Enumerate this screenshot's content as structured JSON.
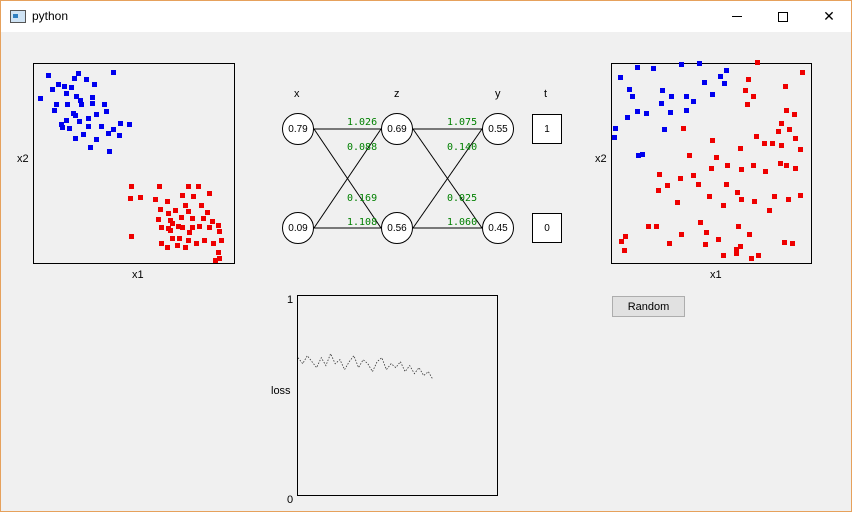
{
  "window": {
    "title": "python"
  },
  "plot_left": {
    "xlabel": "x1",
    "ylabel": "x2",
    "blue_points": [
      [
        48,
        75
      ],
      [
        58,
        84
      ],
      [
        74,
        78
      ],
      [
        78,
        73
      ],
      [
        86,
        79
      ],
      [
        94,
        84
      ],
      [
        113,
        72
      ],
      [
        40,
        98
      ],
      [
        52,
        89
      ],
      [
        64,
        86
      ],
      [
        66,
        93
      ],
      [
        71,
        87
      ],
      [
        76,
        96
      ],
      [
        81,
        104
      ],
      [
        92,
        97
      ],
      [
        92,
        103
      ],
      [
        104,
        104
      ],
      [
        56,
        104
      ],
      [
        67,
        104
      ],
      [
        80,
        100
      ],
      [
        73,
        113
      ],
      [
        61,
        124
      ],
      [
        66,
        120
      ],
      [
        75,
        115
      ],
      [
        88,
        118
      ],
      [
        96,
        114
      ],
      [
        106,
        111
      ],
      [
        69,
        128
      ],
      [
        79,
        121
      ],
      [
        88,
        126
      ],
      [
        101,
        126
      ],
      [
        113,
        129
      ],
      [
        120,
        123
      ],
      [
        129,
        124
      ],
      [
        119,
        135
      ],
      [
        108,
        133
      ],
      [
        96,
        139
      ],
      [
        90,
        147
      ],
      [
        109,
        151
      ],
      [
        75,
        138
      ],
      [
        83,
        134
      ],
      [
        62,
        127
      ],
      [
        54,
        110
      ]
    ],
    "red_points": [
      [
        131,
        186
      ],
      [
        130,
        198
      ],
      [
        159,
        186
      ],
      [
        188,
        186
      ],
      [
        198,
        186
      ],
      [
        140,
        197
      ],
      [
        155,
        199
      ],
      [
        167,
        201
      ],
      [
        182,
        195
      ],
      [
        193,
        196
      ],
      [
        209,
        193
      ],
      [
        160,
        209
      ],
      [
        168,
        213
      ],
      [
        175,
        210
      ],
      [
        188,
        211
      ],
      [
        201,
        205
      ],
      [
        207,
        212
      ],
      [
        158,
        219
      ],
      [
        170,
        220
      ],
      [
        181,
        217
      ],
      [
        192,
        218
      ],
      [
        203,
        218
      ],
      [
        212,
        221
      ],
      [
        161,
        227
      ],
      [
        170,
        230
      ],
      [
        182,
        227
      ],
      [
        192,
        227
      ],
      [
        199,
        226
      ],
      [
        209,
        227
      ],
      [
        218,
        225
      ],
      [
        131,
        236
      ],
      [
        161,
        243
      ],
      [
        172,
        238
      ],
      [
        179,
        238
      ],
      [
        188,
        240
      ],
      [
        196,
        243
      ],
      [
        204,
        240
      ],
      [
        213,
        243
      ],
      [
        221,
        240
      ],
      [
        167,
        247
      ],
      [
        177,
        245
      ],
      [
        185,
        247
      ],
      [
        218,
        252
      ],
      [
        219,
        258
      ],
      [
        215,
        260
      ],
      [
        189,
        232
      ],
      [
        178,
        226
      ],
      [
        168,
        228
      ],
      [
        185,
        205
      ],
      [
        172,
        223
      ],
      [
        219,
        231
      ]
    ]
  },
  "network": {
    "col_labels": {
      "x": "x",
      "z": "z",
      "y": "y",
      "t": "t"
    },
    "nodes": {
      "x_top": "0.79",
      "x_bottom": "0.09",
      "z_top": "0.69",
      "z_bottom": "0.56",
      "y_top": "0.55",
      "y_bottom": "0.45",
      "t_top": "1",
      "t_bottom": "0"
    },
    "weights": {
      "w1_top": "1.026",
      "w1_cross_down": "0.088",
      "w1_cross_up": "0.169",
      "w1_bottom": "1.108",
      "w2_top": "1.075",
      "w2_cross_down": "0.140",
      "w2_cross_up": "0.025",
      "w2_bottom": "1.060"
    }
  },
  "plot_right": {
    "xlabel": "x1",
    "ylabel": "x2",
    "blue_points": [
      [
        620,
        77
      ],
      [
        629,
        89
      ],
      [
        637,
        67
      ],
      [
        653,
        68
      ],
      [
        681,
        64
      ],
      [
        699,
        63
      ],
      [
        726,
        70
      ],
      [
        704,
        82
      ],
      [
        712,
        94
      ],
      [
        724,
        83
      ],
      [
        632,
        96
      ],
      [
        637,
        111
      ],
      [
        662,
        90
      ],
      [
        661,
        103
      ],
      [
        671,
        96
      ],
      [
        686,
        96
      ],
      [
        693,
        101
      ],
      [
        646,
        113
      ],
      [
        670,
        112
      ],
      [
        664,
        129
      ],
      [
        615,
        128
      ],
      [
        627,
        117
      ],
      [
        614,
        137
      ],
      [
        638,
        155
      ],
      [
        642,
        154
      ],
      [
        686,
        110
      ],
      [
        720,
        76
      ]
    ],
    "red_points": [
      [
        757,
        62
      ],
      [
        802,
        72
      ],
      [
        748,
        79
      ],
      [
        745,
        90
      ],
      [
        753,
        96
      ],
      [
        785,
        86
      ],
      [
        786,
        110
      ],
      [
        794,
        114
      ],
      [
        747,
        104
      ],
      [
        781,
        123
      ],
      [
        789,
        129
      ],
      [
        778,
        131
      ],
      [
        772,
        143
      ],
      [
        781,
        145
      ],
      [
        795,
        138
      ],
      [
        800,
        149
      ],
      [
        683,
        128
      ],
      [
        712,
        140
      ],
      [
        740,
        148
      ],
      [
        756,
        136
      ],
      [
        764,
        143
      ],
      [
        716,
        157
      ],
      [
        689,
        155
      ],
      [
        780,
        163
      ],
      [
        753,
        165
      ],
      [
        765,
        171
      ],
      [
        786,
        165
      ],
      [
        659,
        174
      ],
      [
        667,
        185
      ],
      [
        680,
        178
      ],
      [
        693,
        175
      ],
      [
        698,
        184
      ],
      [
        711,
        168
      ],
      [
        727,
        165
      ],
      [
        741,
        169
      ],
      [
        795,
        168
      ],
      [
        800,
        195
      ],
      [
        726,
        184
      ],
      [
        737,
        192
      ],
      [
        774,
        196
      ],
      [
        709,
        196
      ],
      [
        723,
        205
      ],
      [
        741,
        199
      ],
      [
        754,
        201
      ],
      [
        788,
        199
      ],
      [
        658,
        190
      ],
      [
        648,
        226
      ],
      [
        656,
        226
      ],
      [
        625,
        236
      ],
      [
        621,
        241
      ],
      [
        669,
        243
      ],
      [
        681,
        234
      ],
      [
        700,
        222
      ],
      [
        706,
        232
      ],
      [
        718,
        239
      ],
      [
        738,
        226
      ],
      [
        749,
        234
      ],
      [
        784,
        242
      ],
      [
        792,
        243
      ],
      [
        705,
        244
      ],
      [
        723,
        255
      ],
      [
        740,
        246
      ],
      [
        736,
        253
      ],
      [
        751,
        258
      ],
      [
        758,
        255
      ],
      [
        736,
        249
      ],
      [
        677,
        202
      ],
      [
        769,
        210
      ],
      [
        624,
        250
      ]
    ]
  },
  "loss_plot": {
    "ylabel": "loss",
    "ytick_top": "1",
    "ytick_bottom": "0",
    "values": [
      0.69,
      0.66,
      0.7,
      0.67,
      0.64,
      0.69,
      0.65,
      0.71,
      0.66,
      0.68,
      0.63,
      0.67,
      0.7,
      0.64,
      0.68,
      0.66,
      0.62,
      0.67,
      0.69,
      0.63,
      0.66,
      0.64,
      0.67,
      0.62,
      0.65,
      0.61,
      0.64,
      0.6,
      0.62,
      0.58
    ]
  },
  "controls": {
    "random_label": "Random"
  }
}
